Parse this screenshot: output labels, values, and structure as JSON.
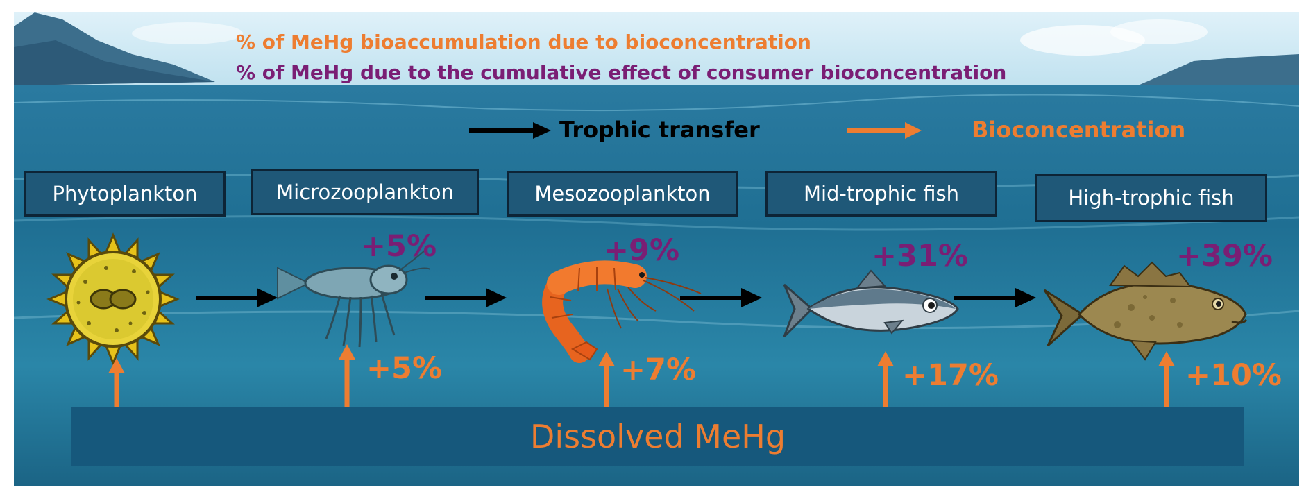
{
  "legend": {
    "bioconcentration_line": "% of MeHg bioaccumulation due to bioconcentration",
    "cumulative_line": "% of MeHg due to the cumulative effect of consumer bioconcentration",
    "trophic_transfer_label": "Trophic transfer",
    "bioconcentration_label": "Bioconcentration"
  },
  "organisms": [
    {
      "label": "Phytoplankton"
    },
    {
      "label": "Microzooplankton"
    },
    {
      "label": "Mesozooplankton"
    },
    {
      "label": "Mid-trophic fish"
    },
    {
      "label": "High-trophic fish"
    }
  ],
  "cumulative_percentages": [
    "+5%",
    "+9%",
    "+31%",
    "+39%"
  ],
  "bioconcentration_percentages": [
    "+5%",
    "+7%",
    "+17%",
    "+10%"
  ],
  "source": {
    "label": "Dissolved MeHg"
  },
  "colors": {
    "orange": "#ed7d31",
    "purple": "#7a1e74",
    "box_fill": "#1f5878",
    "arrow_black": "#000000"
  }
}
